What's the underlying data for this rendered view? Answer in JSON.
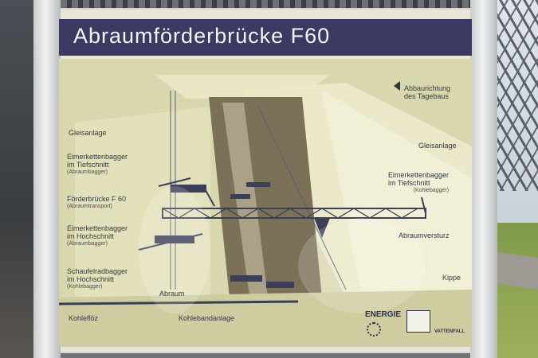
{
  "sign": {
    "title": "Abraumförderbrücke F60",
    "labels": {
      "direction_line1": "Abbaurichtung",
      "direction_line2": "des Tagebaus",
      "gleis_left": "Gleisanlage",
      "gleis_right": "Gleisanlage",
      "eimer_tief_left_1": "Eimerkettenbagger",
      "eimer_tief_left_2": "im Tiefschnitt",
      "eimer_tief_left_sub": "(Abraumbagger)",
      "eimer_tief_right_1": "Eimerkettenbagger",
      "eimer_tief_right_2": "im Tiefschnitt",
      "eimer_tief_right_sub": "(Kohlebagger)",
      "foerder_1": "Förderbrücke F 60",
      "foerder_sub": "(Abraumtransport)",
      "eimer_hoch_1": "Eimerkettenbagger",
      "eimer_hoch_2": "im Hochschnitt",
      "eimer_hoch_sub": "(Abraumbagger)",
      "schaufel_1": "Schaufelradbagger",
      "schaufel_2": "im Hochschnitt",
      "schaufel_sub": "(Kohlebagger)",
      "abraumversturz": "Abraumversturz",
      "abraum": "Abraum",
      "kippe": "Kippe",
      "kohlefloez": "Kohleflöz",
      "kohlebandanlage": "Kohlebandanlage"
    },
    "logos": {
      "energie": "ENERGIE",
      "vattenfall": "VATTENFALL"
    }
  },
  "colors": {
    "title_bar": "#3c3a63",
    "diagram_bg": "#d9d7ae",
    "pit_dark": "#7a7158",
    "steel": "#3b3f58"
  }
}
